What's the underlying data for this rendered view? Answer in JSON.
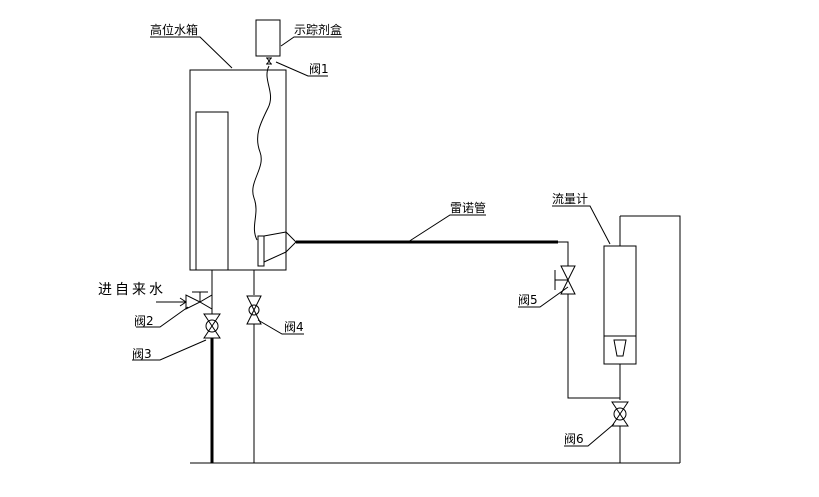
{
  "labels": {
    "high_tank": "高位水箱",
    "dye_box": "示踪剂盒",
    "valve1": "阀1",
    "valve2": "阀2",
    "valve3": "阀3",
    "valve4": "阀4",
    "valve5": "阀5",
    "valve6": "阀6",
    "reynolds_tube": "雷诺管",
    "flowmeter": "流量计",
    "water_inlet": "进自来水"
  },
  "colors": {
    "line": "#000000",
    "background": "#ffffff"
  }
}
